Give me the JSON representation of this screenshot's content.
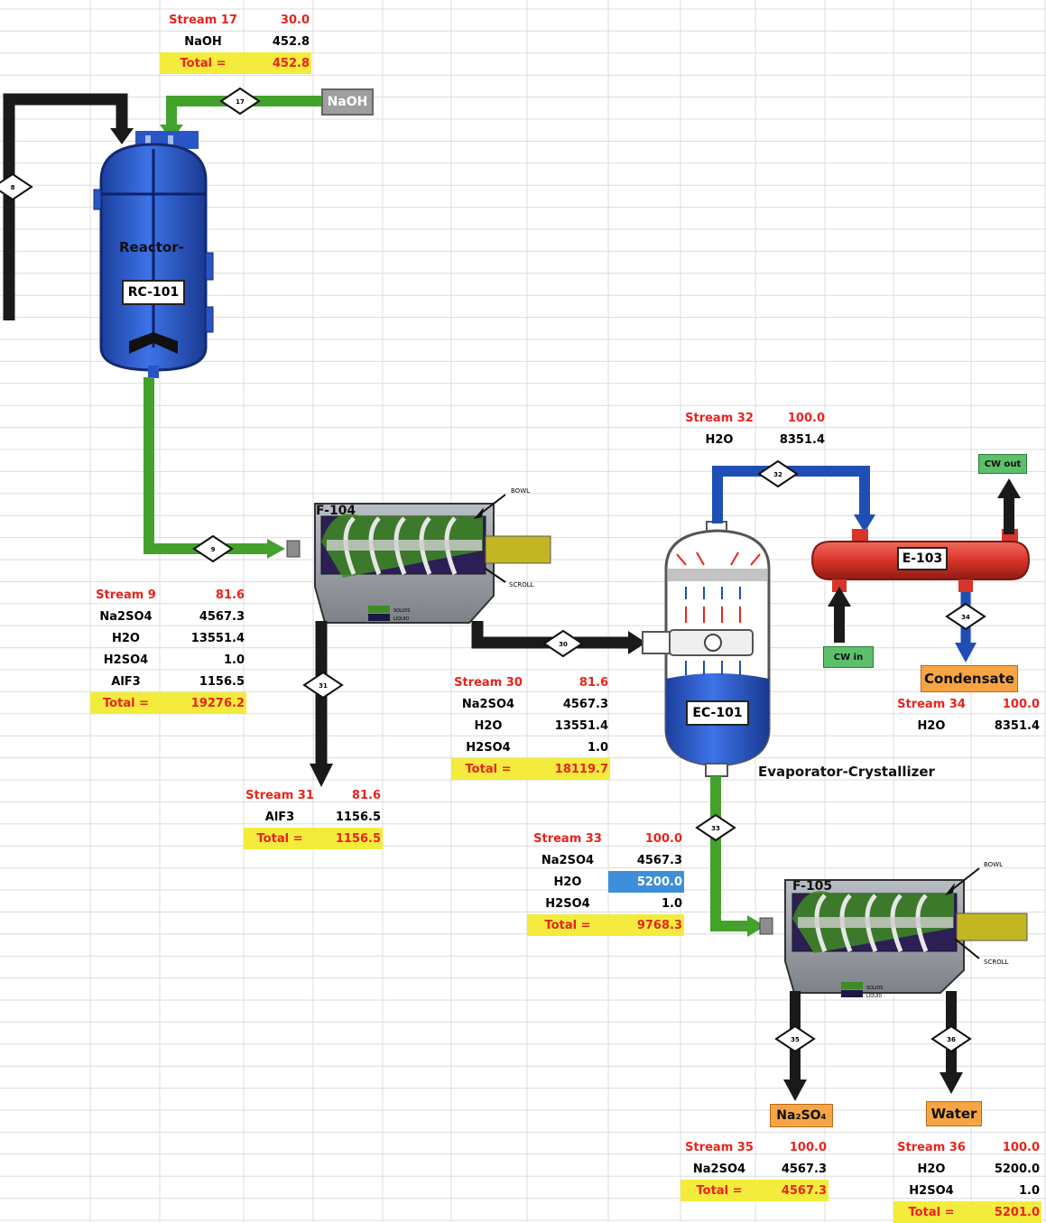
{
  "colors": {
    "label_red": "#e8231c",
    "total_yellow": "#f3ec3c",
    "stream_green": "#43a22b",
    "stream_blue": "#1f4fb4",
    "stream_black": "#1a1a1a",
    "vessel_blue": "#2f5fd0",
    "exchanger_red": "#d8342a",
    "box_gray": "#9e9e9e",
    "box_green": "#5cc06a",
    "box_orange": "#f7a544",
    "highlight_blue": "#3c8fd8"
  },
  "equipment": {
    "reactor_caption": "Reactor-",
    "reactor_tag": "RC-101",
    "decanter1_tag": "F-104",
    "decanter2_tag": "F-105",
    "evaporator_tag": "EC-101",
    "evaporator_caption": "Evaporator-Crystallizer",
    "exchanger_tag": "E-103",
    "bowl_label": "BOWL",
    "scroll_label": "SCROLL",
    "solids_label": "SOLIDS",
    "liquid_label": "LIQUID"
  },
  "terminals": {
    "naoh": "NaOH",
    "cw_out": "CW out",
    "cw_in": "CW in",
    "condensate": "Condensate",
    "na2so4": "Na₂SO₄",
    "water": "Water"
  },
  "stream_ids": [
    "17",
    "9",
    "31",
    "30",
    "32",
    "34",
    "33",
    "35",
    "36",
    "8"
  ],
  "streams": {
    "s17": {
      "name": "Stream 17",
      "temp": "30.0",
      "rows": [
        [
          "NaOH",
          "452.8"
        ]
      ],
      "total_label": "Total =",
      "total": "452.8"
    },
    "s9": {
      "name": "Stream 9",
      "temp": "81.6",
      "rows": [
        [
          "Na2SO4",
          "4567.3"
        ],
        [
          "H2O",
          "13551.4"
        ],
        [
          "H2SO4",
          "1.0"
        ],
        [
          "AlF3",
          "1156.5"
        ]
      ],
      "total_label": "Total =",
      "total": "19276.2"
    },
    "s31": {
      "name": "Stream 31",
      "temp": "81.6",
      "rows": [
        [
          "AlF3",
          "1156.5"
        ]
      ],
      "total_label": "Total =",
      "total": "1156.5"
    },
    "s30": {
      "name": "Stream 30",
      "temp": "81.6",
      "rows": [
        [
          "Na2SO4",
          "4567.3"
        ],
        [
          "H2O",
          "13551.4"
        ],
        [
          "H2SO4",
          "1.0"
        ]
      ],
      "total_label": "Total =",
      "total": "18119.7"
    },
    "s32": {
      "name": "Stream 32",
      "temp": "100.0",
      "rows": [
        [
          "H2O",
          "8351.4"
        ]
      ]
    },
    "s34": {
      "name": "Stream 34",
      "temp": "100.0",
      "rows": [
        [
          "H2O",
          "8351.4"
        ]
      ]
    },
    "s33": {
      "name": "Stream 33",
      "temp": "100.0",
      "rows": [
        [
          "Na2SO4",
          "4567.3"
        ],
        [
          "H2O",
          "5200.0"
        ],
        [
          "H2SO4",
          "1.0"
        ]
      ],
      "total_label": "Total =",
      "total": "9768.3"
    },
    "s35": {
      "name": "Stream 35",
      "temp": "100.0",
      "rows": [
        [
          "Na2SO4",
          "4567.3"
        ]
      ],
      "total_label": "Total =",
      "total": "4567.3"
    },
    "s36": {
      "name": "Stream 36",
      "temp": "100.0",
      "rows": [
        [
          "H2O",
          "5200.0"
        ],
        [
          "H2SO4",
          "1.0"
        ]
      ],
      "total_label": "Total =",
      "total": "5201.0"
    }
  }
}
